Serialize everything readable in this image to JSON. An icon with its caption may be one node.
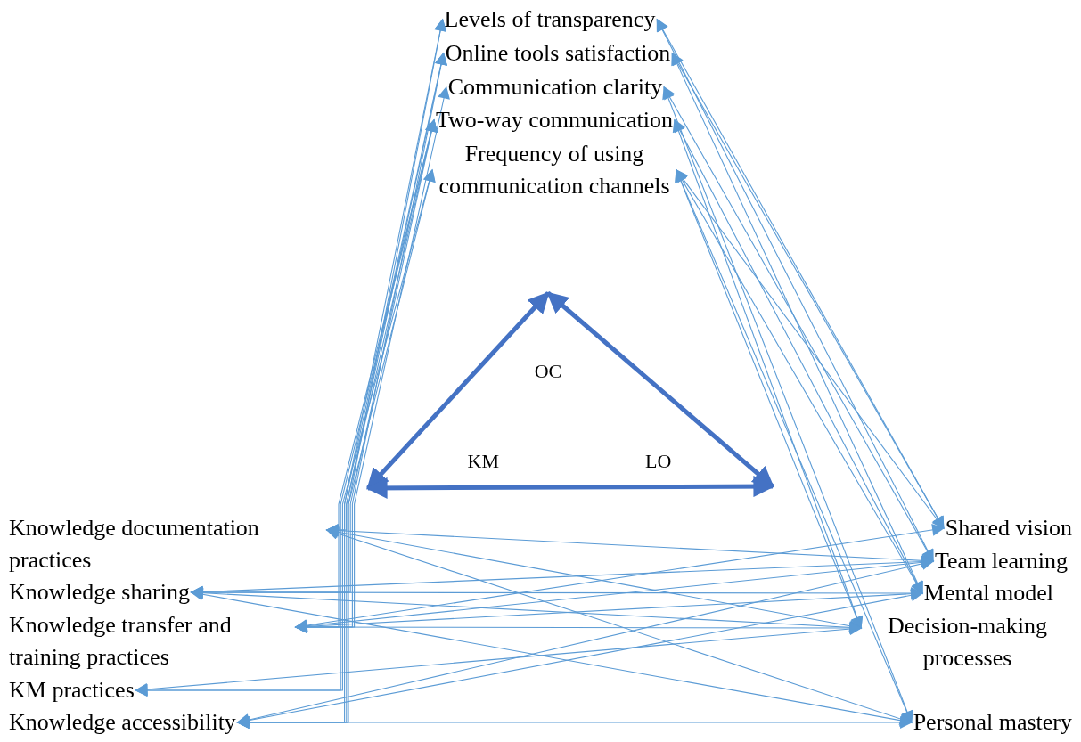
{
  "diagram": {
    "nodes": [
      {
        "text": [
          "Levels of transparency"
        ]
      },
      {
        "text": [
          "Online tools satisfaction"
        ]
      },
      {
        "text": [
          "Communication clarity"
        ]
      },
      {
        "text": [
          "Two-way communication"
        ]
      },
      {
        "text": [
          "Frequency of using communication channels"
        ]
      },
      {
        "text": [
          "OC"
        ]
      },
      {
        "text": [
          "KM"
        ]
      },
      {
        "text": [
          "LO"
        ]
      },
      {
        "text": [
          "Knowledge documentation practices"
        ]
      },
      {
        "text": [
          "Knowledge sharing"
        ]
      },
      {
        "text": [
          "Knowledge transfer and training practices"
        ]
      },
      {
        "text": [
          "KM practices"
        ]
      },
      {
        "text": [
          "Knowledge accessibility"
        ]
      },
      {
        "text": [
          "Shared vision"
        ]
      },
      {
        "text": [
          "Team learning"
        ]
      },
      {
        "text": [
          "Mental model"
        ]
      },
      {
        "text": [
          "Decision-making processes"
        ]
      },
      {
        "text": [
          "Personal mastery"
        ]
      }
    ],
    "edges": [
      {
        "from": 6,
        "to": 5,
        "arrow": "both",
        "style": "thick",
        "color": "#4472c4"
      },
      {
        "from": 5,
        "to": 7,
        "arrow": "both",
        "style": "thick",
        "color": "#4472c4"
      },
      {
        "from": 6,
        "to": 7,
        "arrow": "both",
        "style": "thick",
        "color": "#4472c4"
      },
      {
        "from": 8,
        "to": 0,
        "arrow": "both"
      },
      {
        "from": 8,
        "to": 1,
        "arrow": "both"
      },
      {
        "from": 9,
        "to": 0,
        "arrow": "both"
      },
      {
        "from": 9,
        "to": 3,
        "arrow": "both"
      },
      {
        "from": 10,
        "to": 1,
        "arrow": "both"
      },
      {
        "from": 10,
        "to": 2,
        "arrow": "both"
      },
      {
        "from": 10,
        "to": 3,
        "arrow": "both"
      },
      {
        "from": 11,
        "to": 3,
        "arrow": "both"
      },
      {
        "from": 11,
        "to": 4,
        "arrow": "both"
      },
      {
        "from": 12,
        "to": 1,
        "arrow": "both"
      },
      {
        "from": 12,
        "to": 3,
        "arrow": "both"
      },
      {
        "from": 12,
        "to": 4,
        "arrow": "both"
      },
      {
        "from": 13,
        "to": 0,
        "arrow": "both"
      },
      {
        "from": 13,
        "to": 1,
        "arrow": "both"
      },
      {
        "from": 13,
        "to": 4,
        "arrow": "both"
      },
      {
        "from": 14,
        "to": 0,
        "arrow": "both"
      },
      {
        "from": 14,
        "to": 2,
        "arrow": "both"
      },
      {
        "from": 15,
        "to": 1,
        "arrow": "both"
      },
      {
        "from": 15,
        "to": 3,
        "arrow": "both"
      },
      {
        "from": 15,
        "to": 4,
        "arrow": "both"
      },
      {
        "from": 16,
        "to": 3,
        "arrow": "both"
      },
      {
        "from": 16,
        "to": 4,
        "arrow": "both"
      },
      {
        "from": 17,
        "to": 2,
        "arrow": "both"
      },
      {
        "from": 17,
        "to": 4,
        "arrow": "both"
      },
      {
        "from": 8,
        "to": 14,
        "arrow": "both"
      },
      {
        "from": 8,
        "to": 16,
        "arrow": "both"
      },
      {
        "from": 8,
        "to": 17,
        "arrow": "both"
      },
      {
        "from": 9,
        "to": 14,
        "arrow": "both"
      },
      {
        "from": 9,
        "to": 15,
        "arrow": "both"
      },
      {
        "from": 9,
        "to": 16,
        "arrow": "both"
      },
      {
        "from": 9,
        "to": 17,
        "arrow": "both"
      },
      {
        "from": 10,
        "to": 13,
        "arrow": "both"
      },
      {
        "from": 10,
        "to": 14,
        "arrow": "both"
      },
      {
        "from": 10,
        "to": 15,
        "arrow": "both"
      },
      {
        "from": 10,
        "to": 16,
        "arrow": "both"
      },
      {
        "from": 11,
        "to": 16,
        "arrow": "both"
      },
      {
        "from": 12,
        "to": 14,
        "arrow": "both"
      },
      {
        "from": 12,
        "to": 15,
        "arrow": "both"
      },
      {
        "from": 12,
        "to": 17,
        "arrow": "both"
      }
    ]
  }
}
